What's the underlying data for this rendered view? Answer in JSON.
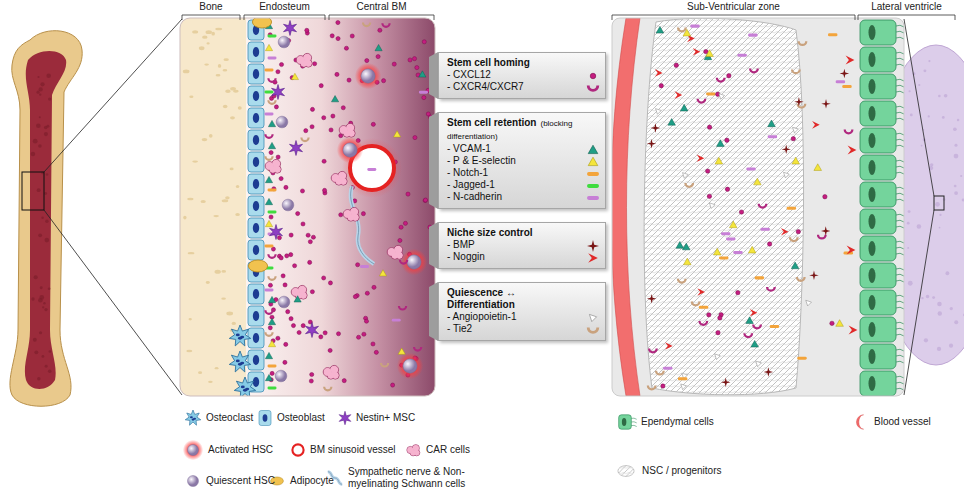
{
  "diagram": {
    "nodes": [
      {
        "text": [
          "Stem cell homing",
          "- CXCL12",
          "- CXCR4/CXCR7"
        ]
      },
      {
        "text": [
          "Stem cell retention",
          "(blocking differentiation)",
          "- VCAM-1",
          "- P & E-selectin",
          "- Notch-1",
          "- Jagged-1",
          "- N-cadherin"
        ]
      },
      {
        "text": [
          "Niche size control",
          "- BMP",
          "- Noggin"
        ]
      },
      {
        "text": [
          "Quiescence ↔ Differentiation",
          "- Angiopoietin-1",
          "- Tie2"
        ]
      }
    ],
    "labels": [
      "Bone",
      "Endosteum",
      "Central BM",
      "Sub-Ventricular zone",
      "Lateral ventricle"
    ],
    "legend": [
      {
        "text": "Osteoclast"
      },
      {
        "text": "Osteoblast"
      },
      {
        "text": "Nestin+ MSC"
      },
      {
        "text": "Activated HSC"
      },
      {
        "text": "BM sinusoid vessel"
      },
      {
        "text": "CAR cells"
      },
      {
        "text": "Quiescent HSC"
      },
      {
        "text": "Adipocyte"
      },
      {
        "text": "Sympathetic nerve & Non-myelinating Schwann cells"
      },
      {
        "text": "Ependymal cells"
      },
      {
        "text": "Blood vessel"
      },
      {
        "text": "NSC / progenitors"
      }
    ]
  }
}
